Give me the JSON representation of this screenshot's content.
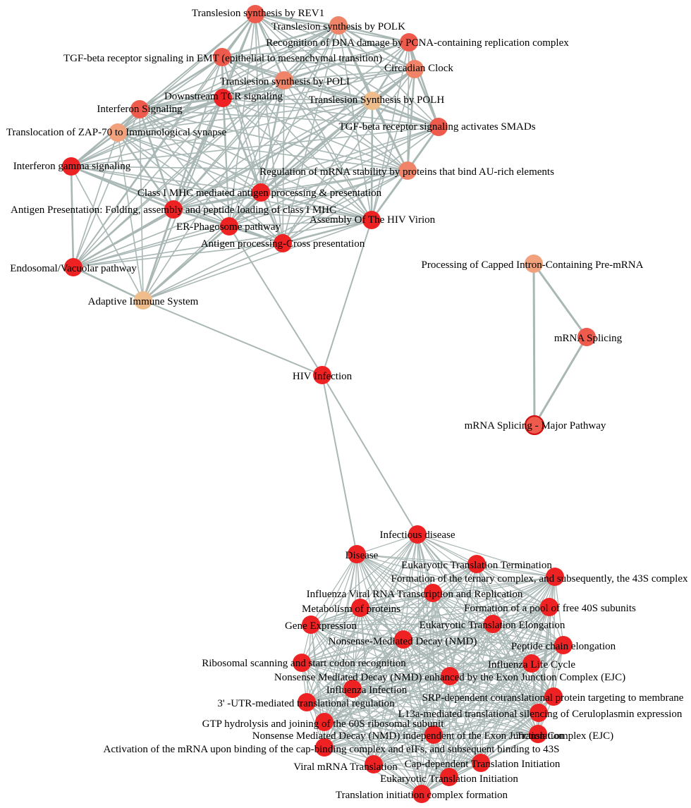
{
  "diagram": {
    "type": "pathway-network",
    "colors": {
      "edge": "#a9b7b5",
      "red": "#ee2222",
      "coral": "#ee5a4c",
      "salmon": "#f08468",
      "peach": "#f1a27d",
      "tan": "#efbd8c",
      "highlight_stroke": "#d01010"
    },
    "clusters": [
      {
        "name": "immune-dna-repair-cluster",
        "nodes": [
          {
            "id": "rev1",
            "label": "Translesion synthesis by REV1",
            "color": "coral"
          },
          {
            "id": "polk",
            "label": "Translesion synthesis by POLK",
            "color": "salmon"
          },
          {
            "id": "pcna",
            "label": "Recognition of DNA damage by PCNA-containing replication complex",
            "color": "coral"
          },
          {
            "id": "tgfb_emt",
            "label": "TGF-beta receptor signaling in EMT (epithelial to mesenchymal transition)",
            "color": "coral"
          },
          {
            "id": "circadian",
            "label": "Circadian Clock",
            "color": "salmon"
          },
          {
            "id": "poli",
            "label": "Translesion synthesis by POLI",
            "color": "salmon"
          },
          {
            "id": "tcr",
            "label": "Downstream TCR signaling",
            "color": "red"
          },
          {
            "id": "polh",
            "label": "Translesion Synthesis by POLH",
            "color": "tan"
          },
          {
            "id": "ifn",
            "label": "Interferon Signaling",
            "color": "coral"
          },
          {
            "id": "tgfb_smad",
            "label": "TGF-beta receptor signaling activates SMADs",
            "color": "coral"
          },
          {
            "id": "zap70",
            "label": "Translocation of ZAP-70 to Immunological synapse",
            "color": "peach"
          },
          {
            "id": "ifng",
            "label": "Interferon gamma signaling",
            "color": "red"
          },
          {
            "id": "mrna_au",
            "label": "Regulation of mRNA stability by proteins that bind AU-rich elements",
            "color": "salmon"
          },
          {
            "id": "mhc1",
            "label": "Class I MHC mediated antigen processing & presentation",
            "color": "red"
          },
          {
            "id": "antigen_fold",
            "label": "Antigen Presentation: Folding, assembly and peptide loading of class I MHC",
            "color": "red"
          },
          {
            "id": "hiv_virion",
            "label": "Assembly Of The HIV Virion",
            "color": "red"
          },
          {
            "id": "er_phago",
            "label": "ER-Phagosome pathway",
            "color": "red"
          },
          {
            "id": "cross",
            "label": "Antigen processing-Cross presentation",
            "color": "red"
          },
          {
            "id": "endo",
            "label": "Endosomal/Vacuolar pathway",
            "color": "red"
          },
          {
            "id": "adaptive",
            "label": "Adaptive Immune System",
            "color": "tan"
          },
          {
            "id": "hiv",
            "label": "HIV Infection",
            "color": "red"
          }
        ]
      },
      {
        "name": "splicing-cluster",
        "nodes": [
          {
            "id": "capped",
            "label": "Processing of Capped Intron-Containing Pre-mRNA",
            "color": "peach"
          },
          {
            "id": "splicing",
            "label": "mRNA Splicing",
            "color": "coral"
          },
          {
            "id": "splicing_major",
            "label": "mRNA Splicing - Major Pathway",
            "color": "coral",
            "highlight": true
          }
        ]
      },
      {
        "name": "translation-cluster",
        "nodes": [
          {
            "id": "infectious",
            "label": "Infectious disease",
            "color": "red"
          },
          {
            "id": "disease",
            "label": "Disease",
            "color": "red"
          },
          {
            "id": "etterm",
            "label": "Eukaryotic Translation Termination",
            "color": "red"
          },
          {
            "id": "ternary",
            "label": "Formation of the ternary complex, and subsequently, the 43S complex",
            "color": "red"
          },
          {
            "id": "influenza_rna",
            "label": "Influenza Viral RNA Transcription and Replication",
            "color": "red"
          },
          {
            "id": "metab",
            "label": "Metabolism of proteins",
            "color": "red"
          },
          {
            "id": "pool40s",
            "label": "Formation of a pool of free 40S subunits",
            "color": "red"
          },
          {
            "id": "gene_exp",
            "label": "Gene Expression",
            "color": "red"
          },
          {
            "id": "et_elong",
            "label": "Eukaryotic Translation Elongation",
            "color": "red"
          },
          {
            "id": "nmd",
            "label": "Nonsense-Mediated Decay (NMD)",
            "color": "red"
          },
          {
            "id": "peptide",
            "label": "Peptide chain elongation",
            "color": "red"
          },
          {
            "id": "ribo_scan",
            "label": "Ribosomal scanning and start codon recognition",
            "color": "red"
          },
          {
            "id": "influenza_life",
            "label": "Influenza Life Cycle",
            "color": "red"
          },
          {
            "id": "nmd_ejc",
            "label": "Nonsense Mediated Decay (NMD) enhanced by the Exon Junction Complex (EJC)",
            "color": "red"
          },
          {
            "id": "influenza_inf",
            "label": "Influenza Infection",
            "color": "red"
          },
          {
            "id": "srp",
            "label": "SRP-dependent cotranslational protein targeting to membrane",
            "color": "red"
          },
          {
            "id": "utr3",
            "label": "3' -UTR-mediated translational regulation",
            "color": "red"
          },
          {
            "id": "l13a",
            "label": "L13a-mediated translational silencing of Ceruloplasmin expression",
            "color": "red"
          },
          {
            "id": "gtp60s",
            "label": "GTP hydrolysis and joining of the 60S ribosomal subunit",
            "color": "red"
          },
          {
            "id": "translation",
            "label": "Translation",
            "color": "red"
          },
          {
            "id": "nmd_indep",
            "label": "Nonsense Mediated Decay (NMD) independent of the Exon Junction Complex (EJC)",
            "color": "red"
          },
          {
            "id": "mrna_act",
            "label": "Activation of the mRNA upon binding of the cap-binding complex and eIFs, and subsequent binding to 43S",
            "color": "red"
          },
          {
            "id": "viral_mrna",
            "label": "Viral mRNA Translation",
            "color": "red"
          },
          {
            "id": "cap_dep",
            "label": "Cap-dependent Translation Initiation",
            "color": "red"
          },
          {
            "id": "et_init",
            "label": "Eukaryotic Translation Initiation",
            "color": "red"
          },
          {
            "id": "init_complex",
            "label": "Translation initiation complex formation",
            "color": "red"
          }
        ]
      }
    ],
    "edges": {
      "splicing-cluster": "all pairs",
      "translation-cluster": "all pairs",
      "immune-dna-repair-cluster": "dense",
      "bridges": [
        [
          "adaptive",
          "hiv"
        ],
        [
          "hiv_virion",
          "hiv"
        ],
        [
          "er_phago",
          "hiv"
        ],
        [
          "hiv",
          "infectious"
        ],
        [
          "hiv",
          "disease"
        ]
      ]
    }
  }
}
